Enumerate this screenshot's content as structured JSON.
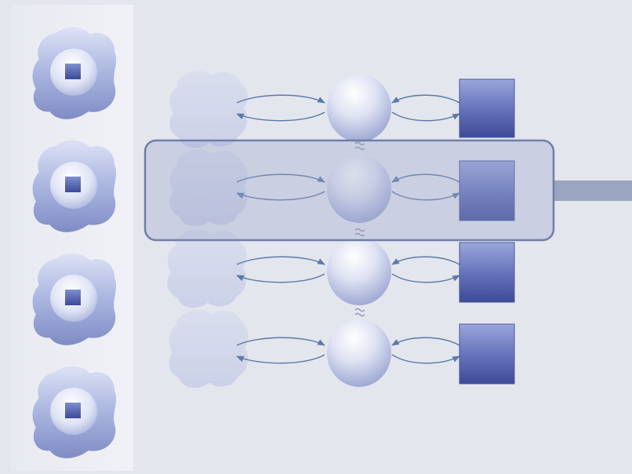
{
  "diagram": {
    "colors": {
      "background": "#e4e6ee",
      "sidebar": "#eceef4",
      "blob_light": "#c9d0ea",
      "blob_dark": "#8b97c8",
      "square_light": "#8a96d0",
      "square_dark": "#3f4c9a",
      "arrow": "#5b7aa8",
      "highlight_fill": "#9aa4c8",
      "highlight_stroke": "#6e7fa8",
      "connector": "#8e98b8"
    },
    "left_nodes": [
      {
        "icon": "cell-icon"
      },
      {
        "icon": "cell-icon"
      },
      {
        "icon": "cell-icon"
      },
      {
        "icon": "cell-icon"
      }
    ],
    "rows": [
      {
        "cloud": "cloud-node",
        "sphere": "sphere-node",
        "square": "square-node",
        "highlighted": false
      },
      {
        "cloud": "cloud-node",
        "sphere": "sphere-node",
        "square": "square-node",
        "highlighted": true
      },
      {
        "cloud": "cloud-node",
        "sphere": "sphere-node",
        "square": "square-node",
        "highlighted": false
      },
      {
        "cloud": "cloud-node",
        "sphere": "sphere-node",
        "square": "square-node",
        "highlighted": false
      }
    ]
  }
}
